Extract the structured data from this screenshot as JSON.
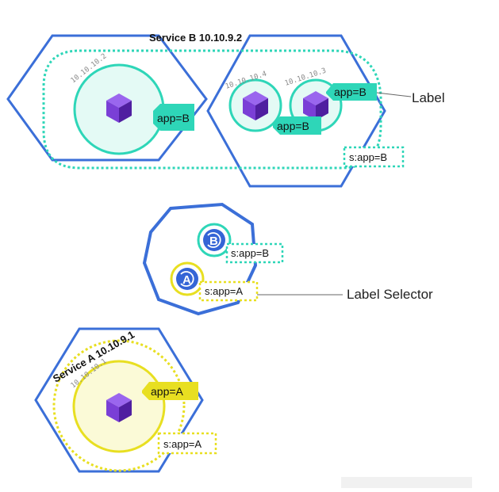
{
  "service_b": {
    "title": "Service B 10.10.9.2",
    "selector": "s:app=B"
  },
  "service_a": {
    "title": "Service A  10.10.9.1",
    "selector": "s:app=A"
  },
  "pods": {
    "b1": {
      "ip": "10.10.10.2",
      "label": "app=B"
    },
    "b2": {
      "ip": "10.10.10.4",
      "label": "app=B"
    },
    "b3": {
      "ip": "10.10.10.3",
      "label": "app=B"
    },
    "a1": {
      "ip": "10.10.10.1",
      "label": "app=A"
    }
  },
  "selectors": {
    "b": {
      "letter": "B",
      "text": "s:app=B"
    },
    "a": {
      "letter": "A",
      "text": "s:app=A"
    }
  },
  "callouts": {
    "label": "Label",
    "label_selector": "Label Selector"
  },
  "colors": {
    "node_stroke": "#3b6fd8",
    "teal": "#2ed6b8",
    "teal_fill": "#e4faf5",
    "yellow": "#e8df21",
    "yellow_fill": "#fbfad7",
    "cube": "#7a3fd6",
    "cube_dark": "#4f1fa0",
    "proxy_blue": "#3565d6"
  }
}
